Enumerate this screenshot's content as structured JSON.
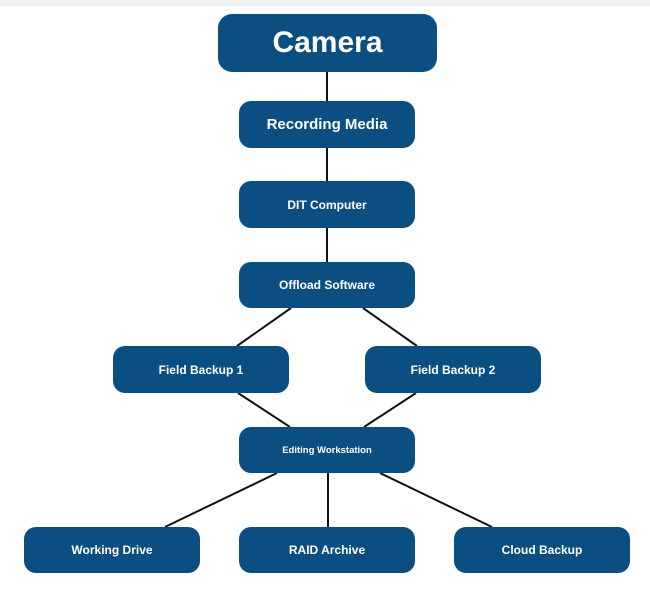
{
  "diagram": {
    "type": "flowchart",
    "node_color": "#0b4f82",
    "text_color": "#ffffff",
    "line_color": "#111111",
    "nodes": [
      {
        "id": "camera",
        "label": "Camera"
      },
      {
        "id": "recording_media",
        "label": "Recording Media"
      },
      {
        "id": "dit_computer",
        "label": "DIT Computer"
      },
      {
        "id": "offload_software",
        "label": "Offload Software"
      },
      {
        "id": "field_backup_1",
        "label": "Field Backup 1"
      },
      {
        "id": "field_backup_2",
        "label": "Field Backup 2"
      },
      {
        "id": "editing_workstation",
        "label": "Editing Workstation"
      },
      {
        "id": "working_drive",
        "label": "Working Drive"
      },
      {
        "id": "raid_archive",
        "label": "RAID Archive"
      },
      {
        "id": "cloud_backup",
        "label": "Cloud Backup"
      }
    ],
    "edges": [
      {
        "from": "camera",
        "to": "recording_media"
      },
      {
        "from": "recording_media",
        "to": "dit_computer"
      },
      {
        "from": "dit_computer",
        "to": "offload_software"
      },
      {
        "from": "offload_software",
        "to": "field_backup_1"
      },
      {
        "from": "offload_software",
        "to": "field_backup_2"
      },
      {
        "from": "field_backup_1",
        "to": "editing_workstation"
      },
      {
        "from": "field_backup_2",
        "to": "editing_workstation"
      },
      {
        "from": "editing_workstation",
        "to": "working_drive"
      },
      {
        "from": "editing_workstation",
        "to": "raid_archive"
      },
      {
        "from": "editing_workstation",
        "to": "cloud_backup"
      }
    ]
  }
}
